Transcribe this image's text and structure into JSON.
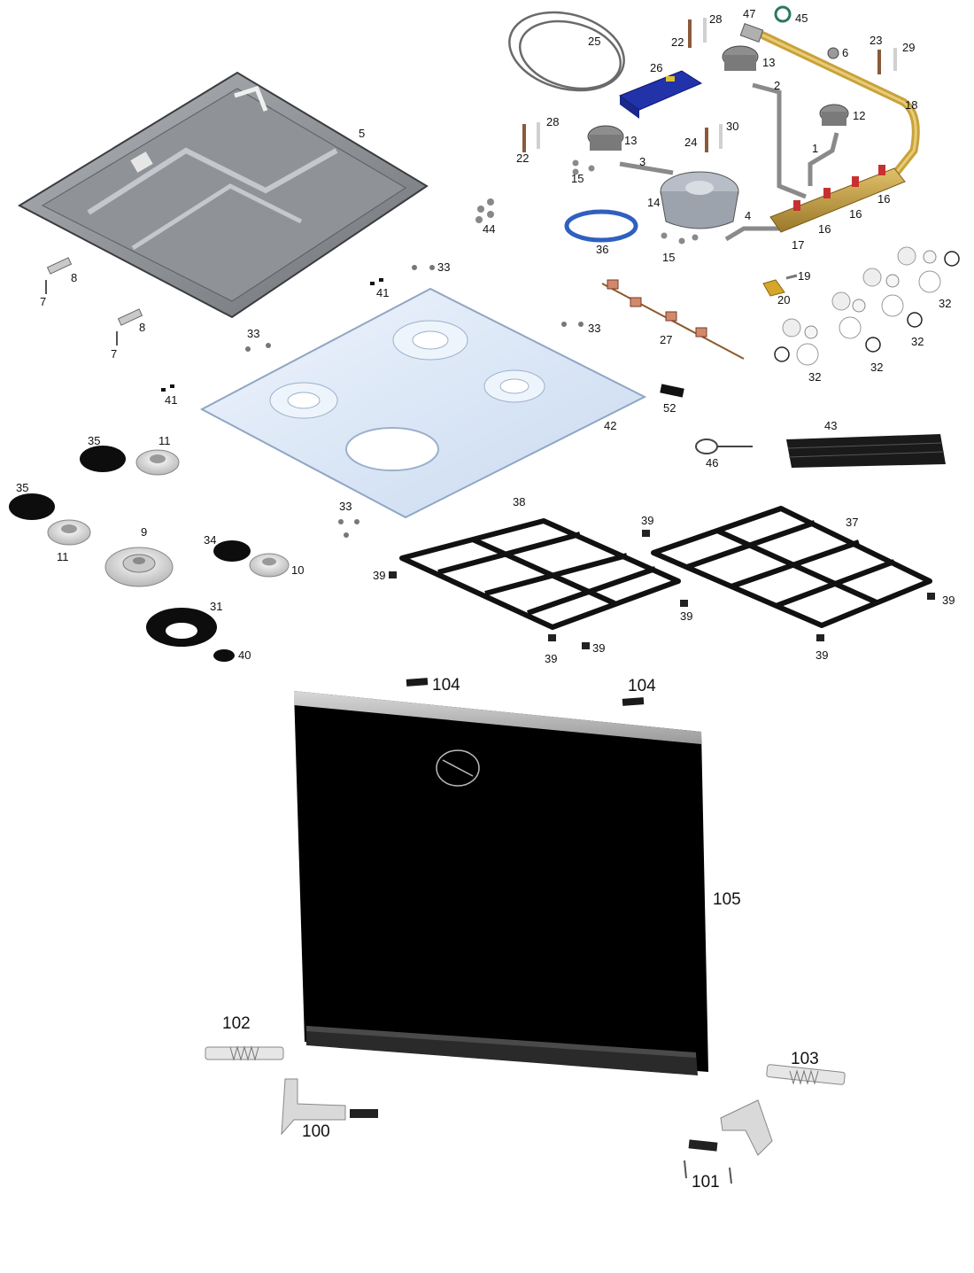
{
  "diagram": {
    "callouts": {
      "c1": "1",
      "c2": "2",
      "c3": "3",
      "c4": "4",
      "c5": "5",
      "c6": "6",
      "c7": "7",
      "c8": "8",
      "c9": "9",
      "c10": "10",
      "c11": "11",
      "c12": "12",
      "c13": "13",
      "c14": "14",
      "c15": "15",
      "c16": "16",
      "c17": "17",
      "c18": "18",
      "c19": "19",
      "c20": "20",
      "c22": "22",
      "c23": "23",
      "c24": "24",
      "c25": "25",
      "c26": "26",
      "c27": "27",
      "c28": "28",
      "c29": "29",
      "c30": "30",
      "c31": "31",
      "c32": "32",
      "c33": "33",
      "c34": "34",
      "c35": "35",
      "c36": "36",
      "c37": "37",
      "c38": "38",
      "c39": "39",
      "c40": "40",
      "c41": "41",
      "c42": "42",
      "c43": "43",
      "c44": "44",
      "c45": "45",
      "c46": "46",
      "c47": "47",
      "c52": "52",
      "c100": "100",
      "c101": "101",
      "c102": "102",
      "c103": "103",
      "c104": "104",
      "c105": "105"
    },
    "colors": {
      "tray": "#8a8d92",
      "hob_glass": "#dfeaf8",
      "gas_pipe": "#c8a23a",
      "valve_brass": "#c9a24a",
      "ignition_module": "#2233aa",
      "ring_blue": "#2f5fc0",
      "lid_black": "#111111",
      "door_glass": "#000000",
      "door_trim": "#bdbdbd"
    }
  }
}
